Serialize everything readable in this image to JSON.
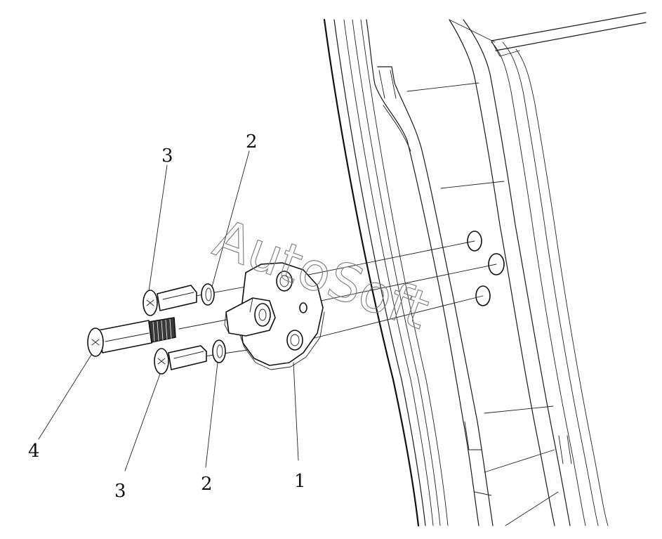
{
  "diagram": {
    "callouts": {
      "part_1": "1",
      "part_2_upper": "2",
      "part_2_lower": "2",
      "part_3_upper": "3",
      "part_3_lower": "3",
      "part_4": "4"
    },
    "watermark": "AutoSoft"
  }
}
